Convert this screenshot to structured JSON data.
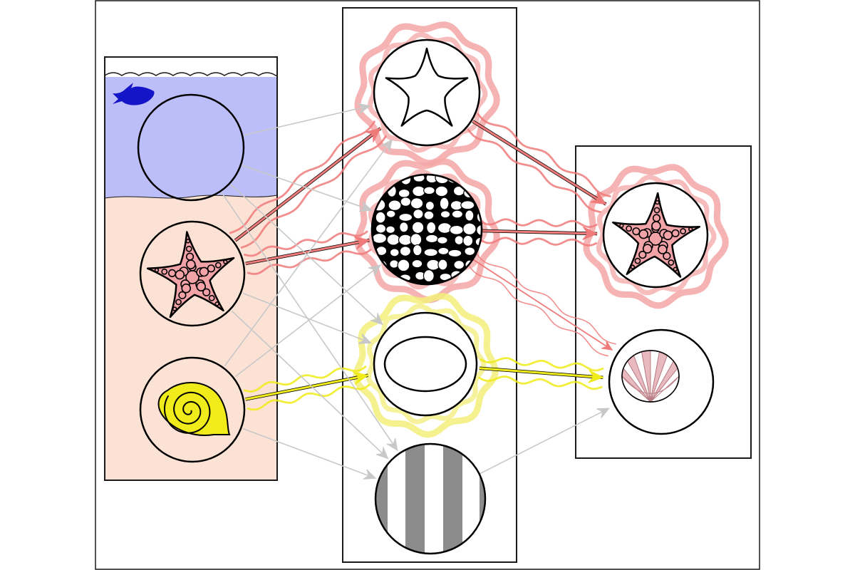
{
  "colors": {
    "frame_stroke": "#1a1a1a",
    "water": "#bcbef9",
    "sand": "#fce2d4",
    "fish": "#1414c8",
    "pink_arrow": "#ee7a7a",
    "pink_glow": "#f4a6a6",
    "pink_body": "#f2a3a8",
    "yellow": "#f0eb1a",
    "yellow_glow": "#f2ee7a",
    "gray_arrow": "#c8c8c8",
    "gray_stripe": "#8c8c8c",
    "urchin": "#e8b9be",
    "urchin_dark": "#b97f87"
  },
  "panels": [
    {
      "id": "environment",
      "kind": "habitat"
    },
    {
      "id": "middle",
      "kind": "column"
    },
    {
      "id": "outcome",
      "kind": "column"
    }
  ],
  "nodes": [
    {
      "id": "water-empty",
      "panel": "environment",
      "icon": "empty-circle-icon",
      "glow": "none"
    },
    {
      "id": "starfish-spotted",
      "panel": "environment",
      "icon": "spotted-starfish-icon",
      "glow": "none"
    },
    {
      "id": "spiral-shell",
      "panel": "environment",
      "icon": "spiral-shell-icon",
      "glow": "none"
    },
    {
      "id": "starfish-outline",
      "panel": "middle",
      "icon": "starfish-outline-icon",
      "glow": "pink"
    },
    {
      "id": "bubble-pattern",
      "panel": "middle",
      "icon": "bubble-pattern-icon",
      "glow": "pink"
    },
    {
      "id": "oval",
      "panel": "middle",
      "icon": "oval-icon",
      "glow": "yellow"
    },
    {
      "id": "striped",
      "panel": "middle",
      "icon": "striped-circle-icon",
      "glow": "none"
    },
    {
      "id": "starfish-result",
      "panel": "outcome",
      "icon": "spotted-starfish-icon",
      "glow": "pink"
    },
    {
      "id": "urchin-shell",
      "panel": "outcome",
      "icon": "sea-urchin-icon",
      "glow": "none"
    }
  ],
  "edges": [
    {
      "from": "starfish-spotted",
      "to": "starfish-outline",
      "style": "pink"
    },
    {
      "from": "starfish-spotted",
      "to": "bubble-pattern",
      "style": "pink"
    },
    {
      "from": "spiral-shell",
      "to": "oval",
      "style": "yellow"
    },
    {
      "from": "starfish-outline",
      "to": "starfish-result",
      "style": "pink"
    },
    {
      "from": "bubble-pattern",
      "to": "starfish-result",
      "style": "pink"
    },
    {
      "from": "bubble-pattern",
      "to": "urchin-shell",
      "style": "pink-thin"
    },
    {
      "from": "oval",
      "to": "urchin-shell",
      "style": "yellow"
    },
    {
      "from": "striped",
      "to": "urchin-shell",
      "style": "gray"
    },
    {
      "from": "water-empty",
      "to": "starfish-outline",
      "style": "gray"
    },
    {
      "from": "water-empty",
      "to": "bubble-pattern",
      "style": "gray"
    },
    {
      "from": "water-empty",
      "to": "oval",
      "style": "gray"
    },
    {
      "from": "water-empty",
      "to": "striped",
      "style": "gray"
    },
    {
      "from": "starfish-spotted",
      "to": "oval",
      "style": "gray"
    },
    {
      "from": "starfish-spotted",
      "to": "striped",
      "style": "gray"
    },
    {
      "from": "spiral-shell",
      "to": "starfish-outline",
      "style": "gray"
    },
    {
      "from": "spiral-shell",
      "to": "bubble-pattern",
      "style": "gray"
    },
    {
      "from": "spiral-shell",
      "to": "striped",
      "style": "gray"
    }
  ]
}
